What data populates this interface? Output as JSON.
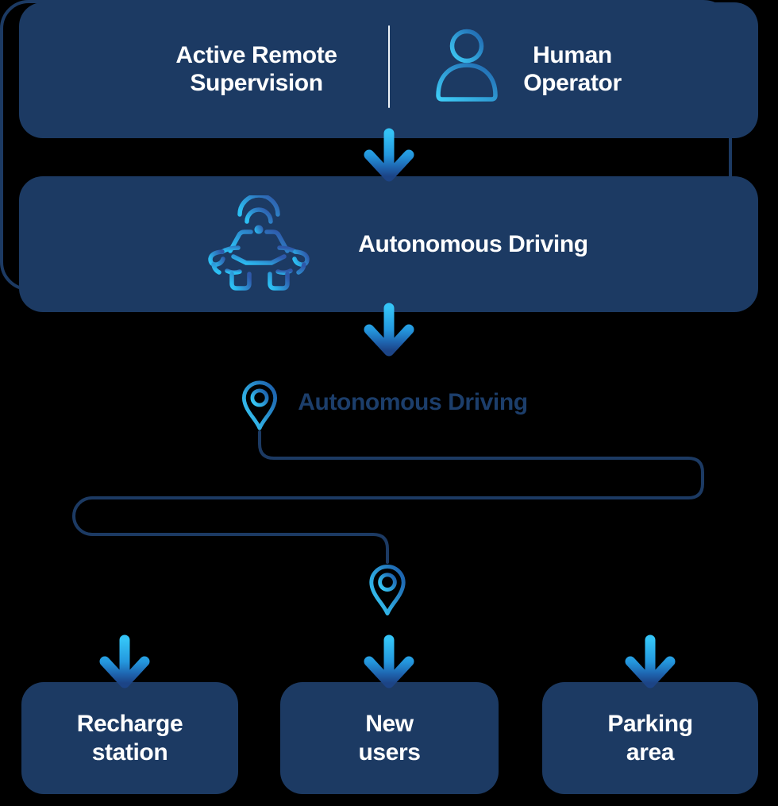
{
  "colors": {
    "background": "#000000",
    "panel_navy": "#1c3a63",
    "text_white": "#ffffff",
    "text_navy": "#1c3e6b",
    "divider_white": "#eef3f8",
    "arrow_gradient_top": "#34c3f6",
    "arrow_gradient_bottom": "#1c4486",
    "icon_gradient_cyan": "#38cdf8",
    "icon_gradient_blue": "#1f64ad"
  },
  "icons": {
    "person": "human-operator-icon",
    "car": "smart-car-icon",
    "pin_start": "location-pin-icon",
    "pin_end": "location-pin-icon",
    "arrow": "down-arrow-icon"
  },
  "top_box": {
    "left_label_lines": [
      "Active Remote",
      "Supervision"
    ],
    "right_label_lines": [
      "Human",
      "Operator"
    ]
  },
  "mid_box": {
    "label": "Autonomous Driving"
  },
  "route_box": {
    "label": "Autonomous Driving"
  },
  "bottom_boxes": [
    {
      "label_lines": [
        "Recharge",
        "station"
      ]
    },
    {
      "label_lines": [
        "New",
        "users"
      ]
    },
    {
      "label_lines": [
        "Parking",
        "area"
      ]
    }
  ]
}
